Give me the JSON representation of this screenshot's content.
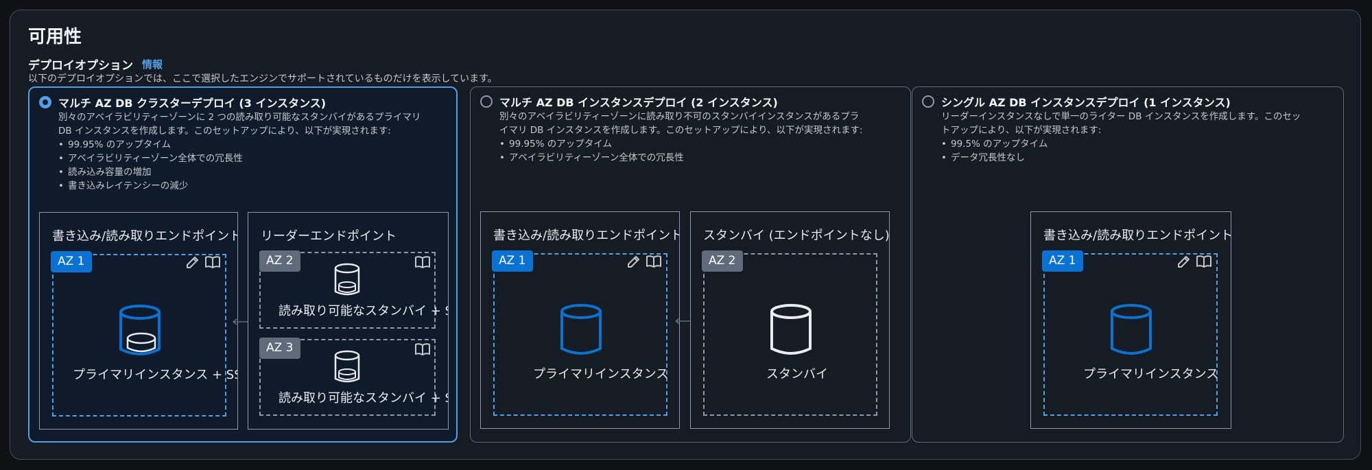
{
  "section": {
    "title": "可用性",
    "field_label": "デプロイオプション",
    "info_link": "情報",
    "description": "以下のデプロイオプションでは、ここで選択したエンジンでサポートされているものだけを表示しています。"
  },
  "options": [
    {
      "title": "マルチ AZ DB クラスターデプロイ (3 インスタンス)",
      "selected": true,
      "desc_lines": [
        "別々のアベイラビリティーゾーンに 2 つの読み取り可能なスタンバイがあるプライマリ",
        "DB インスタンスを作成します。このセットアップにより、以下が実現されます:"
      ],
      "bullets": [
        "99.95% のアップタイム",
        "アベイラビリティーゾーン全体での冗長性",
        "読み込み容量の増加",
        "書き込みレイテンシーの減少"
      ],
      "boxes": [
        {
          "title": "書き込み/読み取りエンドポイント",
          "zones": [
            {
              "badge": "AZ 1",
              "label": "プライマリインスタンス + SSD"
            }
          ]
        },
        {
          "title": "リーダーエンドポイント",
          "zones": [
            {
              "badge": "AZ 2",
              "label": "読み取り可能なスタンバイ + SSD"
            },
            {
              "badge": "AZ 3",
              "label": "読み取り可能なスタンバイ + SSD"
            }
          ]
        }
      ]
    },
    {
      "title": "マルチ AZ DB インスタンスデプロイ (2 インスタンス)",
      "selected": false,
      "desc_lines": [
        "別々のアベイラビリティーゾーンに読み取り不可のスタンバイインスタンスがあるプラ",
        "イマリ DB インスタンスを作成します。このセットアップにより、以下が実現されます:"
      ],
      "bullets": [
        "99.95% のアップタイム",
        "アベイラビリティーゾーン全体での冗長性"
      ],
      "boxes": [
        {
          "title": "書き込み/読み取りエンドポイント",
          "zones": [
            {
              "badge": "AZ 1",
              "label": "プライマリインスタンス"
            }
          ]
        },
        {
          "title": "スタンバイ (エンドポイントなし)",
          "zones": [
            {
              "badge": "AZ 2",
              "label": "スタンバイ"
            }
          ]
        }
      ]
    },
    {
      "title": "シングル AZ DB インスタンスデプロイ (1 インスタンス)",
      "selected": false,
      "desc_lines": [
        "リーダーインスタンスなしで単一のライター DB インスタンスを作成します。このセッ",
        "トアップにより、以下が実現されます:"
      ],
      "bullets": [
        "99.5% のアップタイム",
        "データ冗長性なし"
      ],
      "boxes": [
        {
          "title": "書き込み/読み取りエンドポイント",
          "zones": [
            {
              "badge": "AZ 1",
              "label": "プライマリインスタンス"
            }
          ]
        }
      ]
    }
  ],
  "colors": {
    "accent": "#539fe5",
    "badge_blue": "#0972d3",
    "badge_grey": "#5f6b7a",
    "db_blue": "#0972d3",
    "db_white": "#e9ebed"
  },
  "icons": [
    "edit-pencil-icon",
    "book-open-icon",
    "database-cylinder-icon",
    "double-arrow-icon"
  ]
}
